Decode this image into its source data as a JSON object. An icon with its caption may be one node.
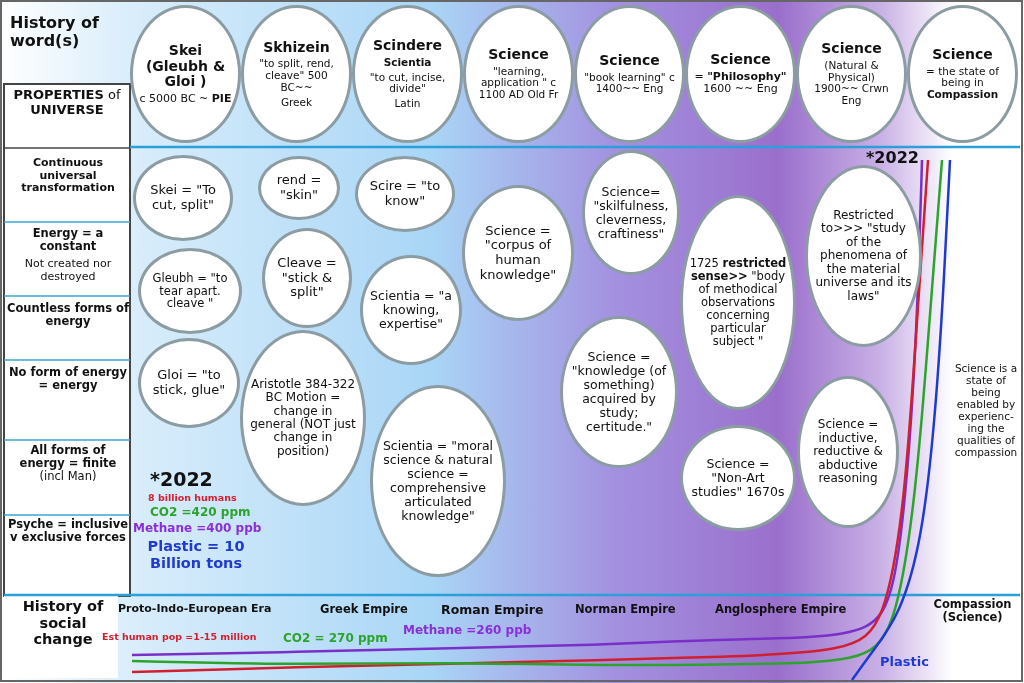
{
  "diagram": {
    "nodes": [
      {
        "text": [
          "Skei (Gleubh & Gloi )",
          "c 5000 BC ~ **PIE**"
        ]
      },
      {
        "text": [
          "Skhizein",
          "\"to split, rend, cleave\" 500 BC~~",
          "Greek"
        ]
      },
      {
        "text": [
          "Scindere",
          "**Scientia**",
          "\"to cut, incise, divide\"",
          "Latin"
        ]
      },
      {
        "text": [
          "Science",
          "\"learning, application \" c 1100 AD Old Fr"
        ]
      },
      {
        "text": [
          "Science",
          "\"book learning\" c 1400~~ Eng"
        ]
      },
      {
        "text": [
          "Science",
          "= **\"Philosophy\"** 1600 ~~ Eng"
        ]
      },
      {
        "text": [
          "Science",
          "(Natural & Physical) 1900~~ Crwn Eng"
        ]
      },
      {
        "text": [
          "Science",
          "= the state of being in **Compassion**"
        ]
      },
      {
        "text": [
          "Skei = \"To cut, split\""
        ]
      },
      {
        "text": [
          "rend = \"skin\""
        ]
      },
      {
        "text": [
          "Scire = \"to know\""
        ]
      },
      {
        "text": [
          "Science = \"corpus of human knowledge\""
        ]
      },
      {
        "text": [
          "Science= \"skilfulness, cleverness, craftiness\""
        ]
      },
      {
        "text": [
          "1725 **restricted sense>>** \"body of methodical observations concerning particular subject \""
        ]
      },
      {
        "text": [
          "Restricted to>>> \"study of the phenomena of the material universe and its laws\""
        ]
      },
      {
        "text": [
          "Gleubh = \"to tear apart. cleave \""
        ]
      },
      {
        "text": [
          "Cleave = \"stick & split\""
        ]
      },
      {
        "text": [
          "Scientia = \"a knowing, expertise\""
        ]
      },
      {
        "text": [
          "Gloi = \"to stick, glue\""
        ]
      },
      {
        "text": [
          "Aristotle 384-322 BC Motion = change in general (NOT just change in position)"
        ]
      },
      {
        "text": [
          "Scientia = \"moral science & natural science = comprehensive articulated knowledge\""
        ]
      },
      {
        "text": [
          "Science = \"knowledge (of something) acquired by study; certitude.\""
        ]
      },
      {
        "text": [
          "Science = \"Non-Art studies\" 1670s"
        ]
      },
      {
        "text": [
          "Science = inductive, reductive & abductive reasoning"
        ]
      }
    ],
    "labels": [
      "History of word(s)",
      "**PROPERTIES** of **UNIVERSE**",
      "Continuous universal transformation",
      "Energy = a constant",
      "Not created nor destroyed",
      "Countless forms of energy",
      "No form of energy = energy",
      "**All forms of energy = finite** (incl Man)",
      "Psyche = inclusive v exclusive forces",
      "*2022",
      "8 billion humans",
      "CO2 =420 ppm",
      "Methane =400 ppb",
      "Plastic = 10 Billion tons",
      "*2022",
      "Science is a state of being enabled by experienc-ing the qualities of compassion",
      "History of social change",
      "Proto-Indo-European Era",
      "Greek Empire",
      "Roman Empire",
      "Norman Empire",
      "Anglosphere Empire",
      "Compassion (Science)",
      "Est human pop =1-15 million",
      "CO2 = 270 ppm",
      "Methane =260 ppb",
      "Plastic"
    ]
  }
}
